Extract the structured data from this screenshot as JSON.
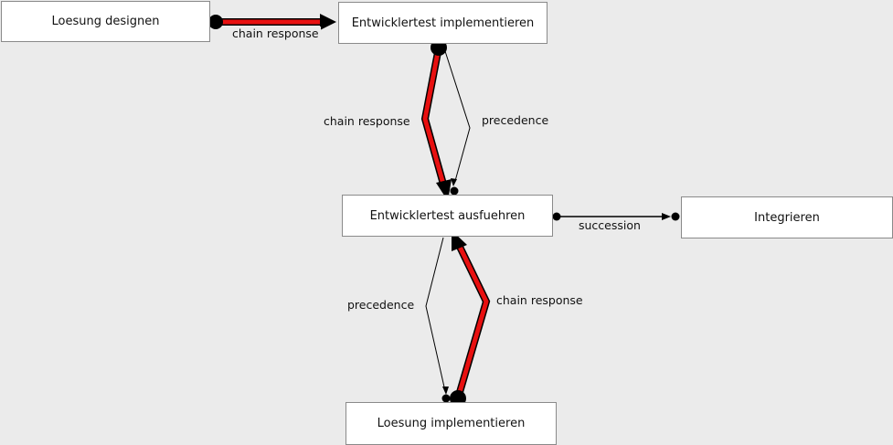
{
  "nodes": {
    "loesung_designen": "Loesung designen",
    "entwicklertest_implementieren": "Entwicklertest implementieren",
    "entwicklertest_ausfuehren": "Entwicklertest ausfuehren",
    "integrieren": "Integrieren",
    "loesung_implementieren": "Loesung implementieren"
  },
  "edges": {
    "designen_to_impl": {
      "label": "chain response",
      "type": "chain response",
      "from": "Loesung designen",
      "to": "Entwicklertest implementieren"
    },
    "impl_to_ausf_chain": {
      "label": "chain response",
      "type": "chain response",
      "from": "Entwicklertest implementieren",
      "to": "Entwicklertest ausfuehren"
    },
    "impl_to_ausf_prec": {
      "label": "precedence",
      "type": "precedence",
      "from": "Entwicklertest implementieren",
      "to": "Entwicklertest ausfuehren"
    },
    "ausf_to_integrieren": {
      "label": "succession",
      "type": "succession",
      "from": "Entwicklertest ausfuehren",
      "to": "Integrieren"
    },
    "ausf_to_loesimpl_prec": {
      "label": "precedence",
      "type": "precedence",
      "from": "Entwicklertest ausfuehren",
      "to": "Loesung implementieren"
    },
    "loesimpl_to_ausf_chain": {
      "label": "chain response",
      "type": "chain response",
      "from": "Loesung implementieren",
      "to": "Entwicklertest ausfuehren"
    }
  },
  "colors": {
    "background": "#ebebeb",
    "node_fill": "#ffffff",
    "node_border": "#8a8a8a",
    "chain_fill": "#e81010",
    "chain_outline": "#000000",
    "thin_edge": "#000000"
  }
}
